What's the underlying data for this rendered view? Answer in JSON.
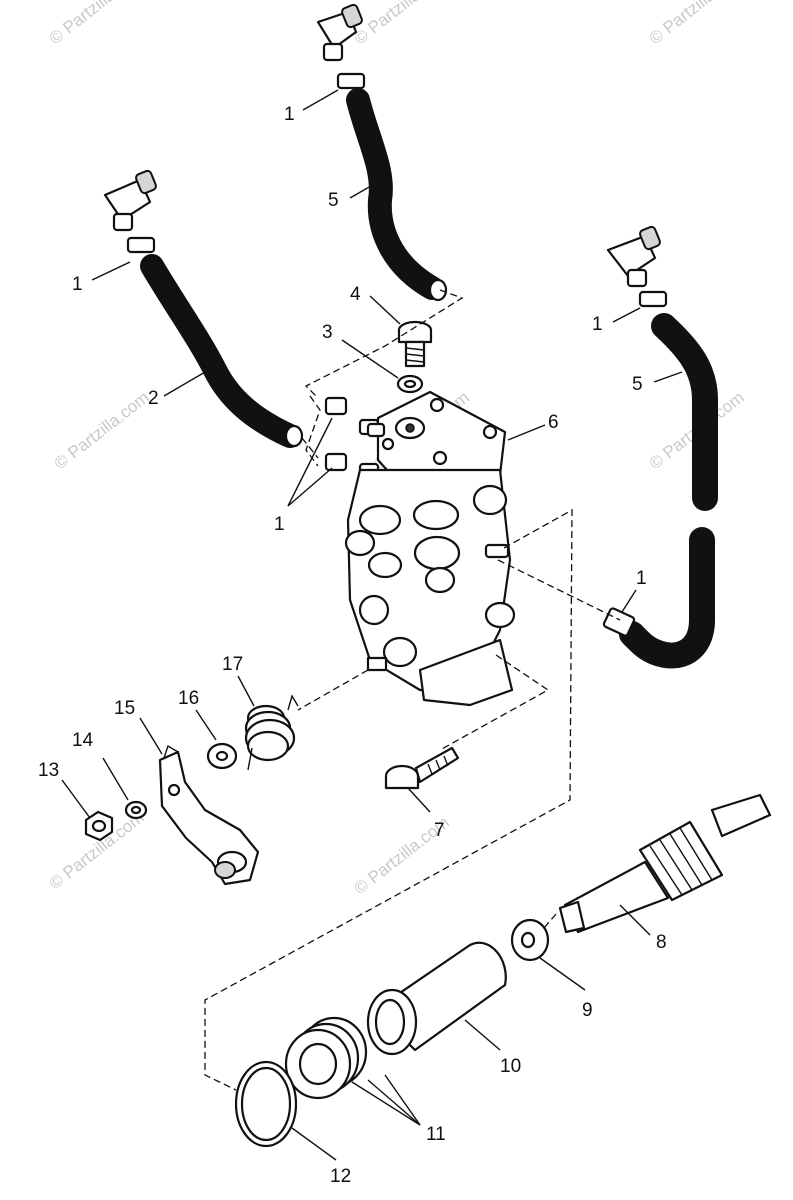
{
  "watermark": "© Partzilla.com",
  "callouts": {
    "c1": "1",
    "c2": "2",
    "c3": "3",
    "c4": "4",
    "c5": "5",
    "c6": "6",
    "c7": "7",
    "c8": "8",
    "c9": "9",
    "c10": "10",
    "c11": "11",
    "c12": "12",
    "c13": "13",
    "c14": "14",
    "c15": "15",
    "c16": "16",
    "c17": "17"
  }
}
